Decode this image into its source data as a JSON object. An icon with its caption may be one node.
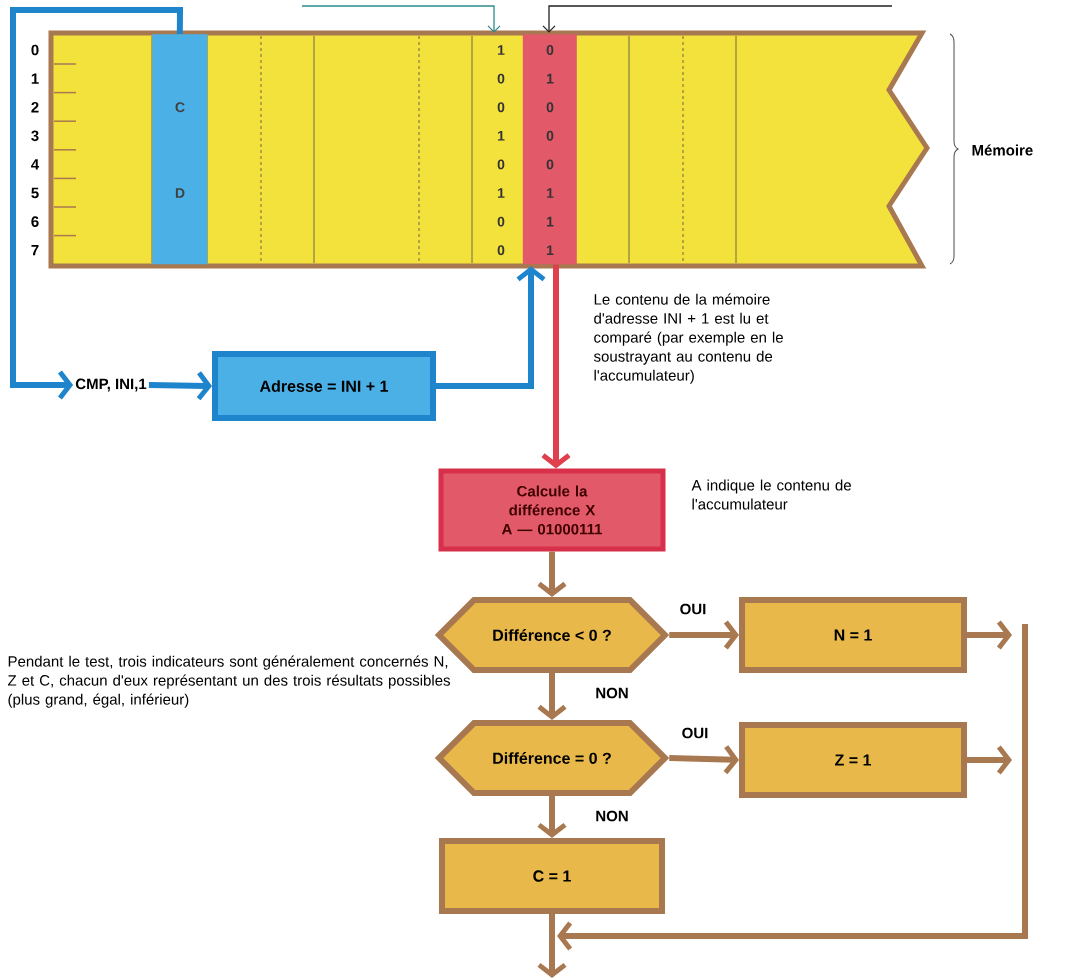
{
  "diagram": {
    "nodes": [
      {
        "text": [],
        "shape": "box"
      },
      {
        "text": [
          "C",
          "D"
        ],
        "in": 0
      },
      {
        "text": [
          "0",
          "1",
          "0",
          "0",
          "0",
          "1",
          "1",
          "1"
        ],
        "in": 0
      },
      {
        "text": [
          "CMP, INI,1"
        ]
      },
      {
        "text": [
          "Adresse = INI + 1"
        ]
      },
      {
        "text": [
          "Calcule la différence X A — 01000111"
        ],
        "beside": [
          "A indique le contenu de l'accumulateur"
        ]
      },
      {
        "text": [
          "Différence < 0 ?"
        ]
      },
      {
        "text": [
          "N = 1"
        ]
      },
      {
        "text": [
          "Différence = 0 ?"
        ]
      },
      {
        "text": [
          "Z = 1"
        ]
      },
      {
        "text": [
          "C = 1"
        ]
      }
    ],
    "edges": [
      {
        "from": 1,
        "to": 3,
        "arrow": "to",
        "color": "#1e84cc"
      },
      {
        "from": 3,
        "to": 4,
        "arrow": "to",
        "color": "#1e84cc"
      },
      {
        "from": 4,
        "to": 0,
        "arrow": "to",
        "color": "#1e84cc"
      },
      {
        "from": 2,
        "to": 5,
        "arrow": "to",
        "color": "#e0404e"
      },
      {
        "from": 5,
        "to": 6,
        "arrow": "to"
      },
      {
        "from": 6,
        "to": 7,
        "arrow": "to",
        "label": "OUI"
      },
      {
        "from": 6,
        "to": 8,
        "arrow": "to",
        "label": "NON"
      },
      {
        "from": 7,
        "to": null,
        "arrow": "to"
      },
      {
        "from": 8,
        "to": 9,
        "arrow": "to",
        "label": "OUI"
      },
      {
        "from": 8,
        "to": 10,
        "arrow": "to",
        "label": "NON"
      },
      {
        "from": 9,
        "to": null,
        "arrow": "to"
      },
      {
        "from": 10,
        "to": null,
        "arrow": "to"
      },
      {
        "from": null,
        "to": 0,
        "arrow": "to",
        "color": "#2f8a8a"
      },
      {
        "from": null,
        "to": 0,
        "arrow": "to",
        "color": "#222222"
      }
    ],
    "labels": [
      "0",
      "1",
      "2",
      "3",
      "4",
      "5",
      "6",
      "7",
      "1",
      "0",
      "0",
      "1",
      "0",
      "1",
      "0",
      "0",
      "Mémoire",
      "Le contenu de la mémoire d'adresse INI + 1 est lu et comparé (par exemple en le soustrayant au contenu de l'accumulateur)",
      "Pendant le test, trois indicateurs sont généralement concernés N, Z et C, chacun d'eux représentant un des trois résultats possibles (plus grand, égal, inférieur)"
    ]
  }
}
